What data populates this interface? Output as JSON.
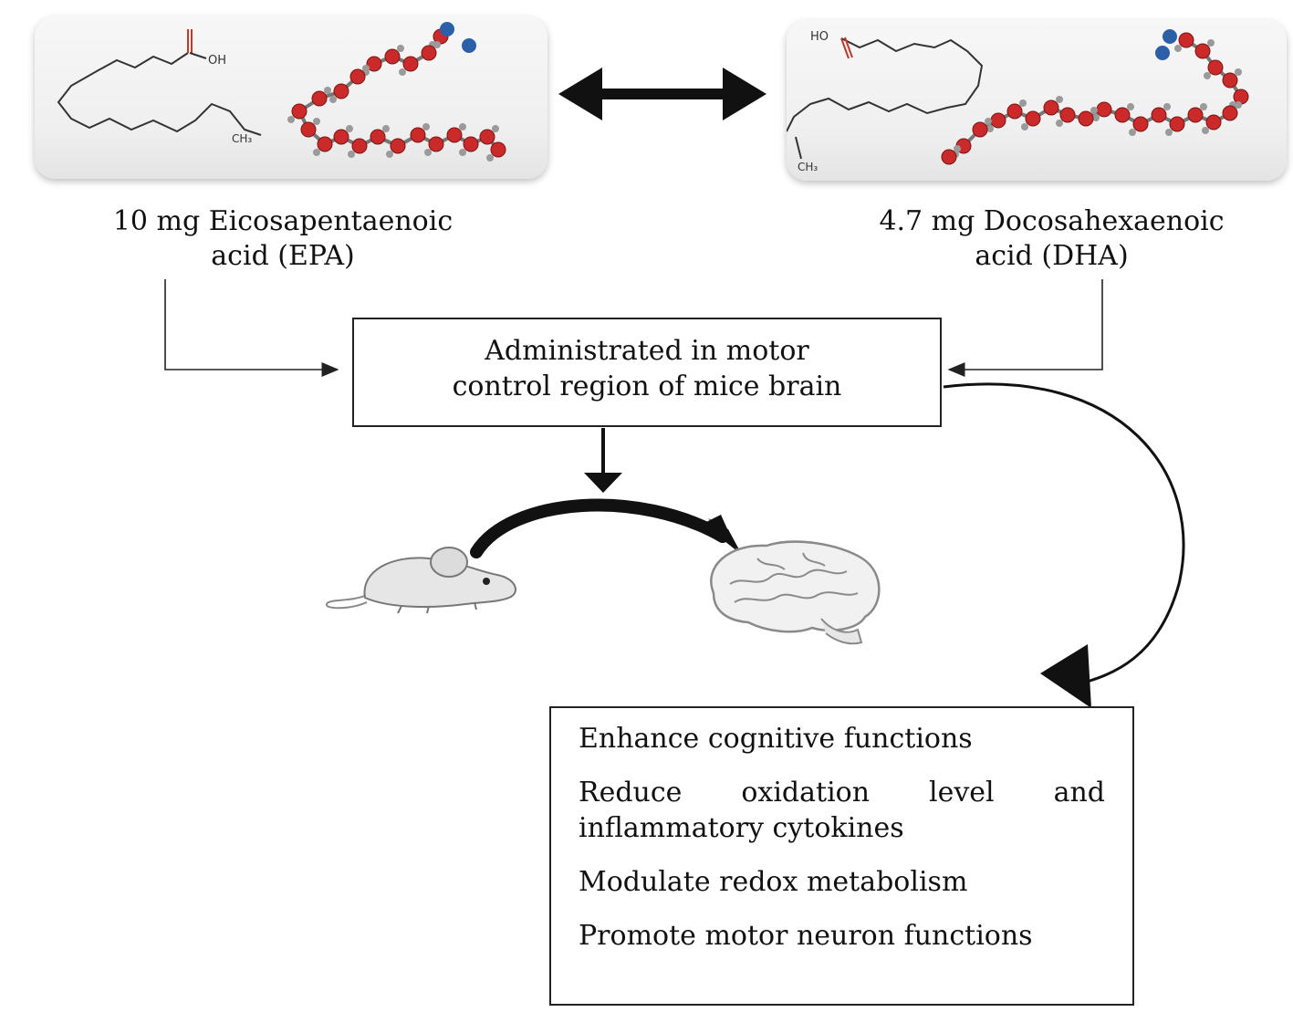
{
  "epa": {
    "label_lines": [
      "10 mg Eicosapentaenoic",
      "acid (EPA)"
    ],
    "structure_labels": {
      "acid_group": "OH",
      "terminal": "CH₃"
    }
  },
  "dha": {
    "label_lines": [
      "4.7 mg Docosahexaenoic",
      "acid (DHA)"
    ],
    "structure_labels": {
      "acid_group": "HO",
      "terminal": "CH₃"
    }
  },
  "center_box": {
    "lines": [
      "Administrated in motor",
      "control region of mice brain"
    ]
  },
  "outcomes": [
    "Enhance cognitive functions",
    "Reduce oxidation level and inflammatory cytokines",
    "Modulate redox metabolism",
    "Promote motor neuron functions"
  ],
  "icons": [
    "double-arrow-icon",
    "mouse-icon",
    "brain-icon",
    "curved-arrow-icon"
  ],
  "colors": {
    "atom_carbon": "#cc2a2a",
    "atom_oxygen": "#2b5fa8",
    "atom_hydrogen": "#9a9a9a",
    "line": "#222222"
  }
}
